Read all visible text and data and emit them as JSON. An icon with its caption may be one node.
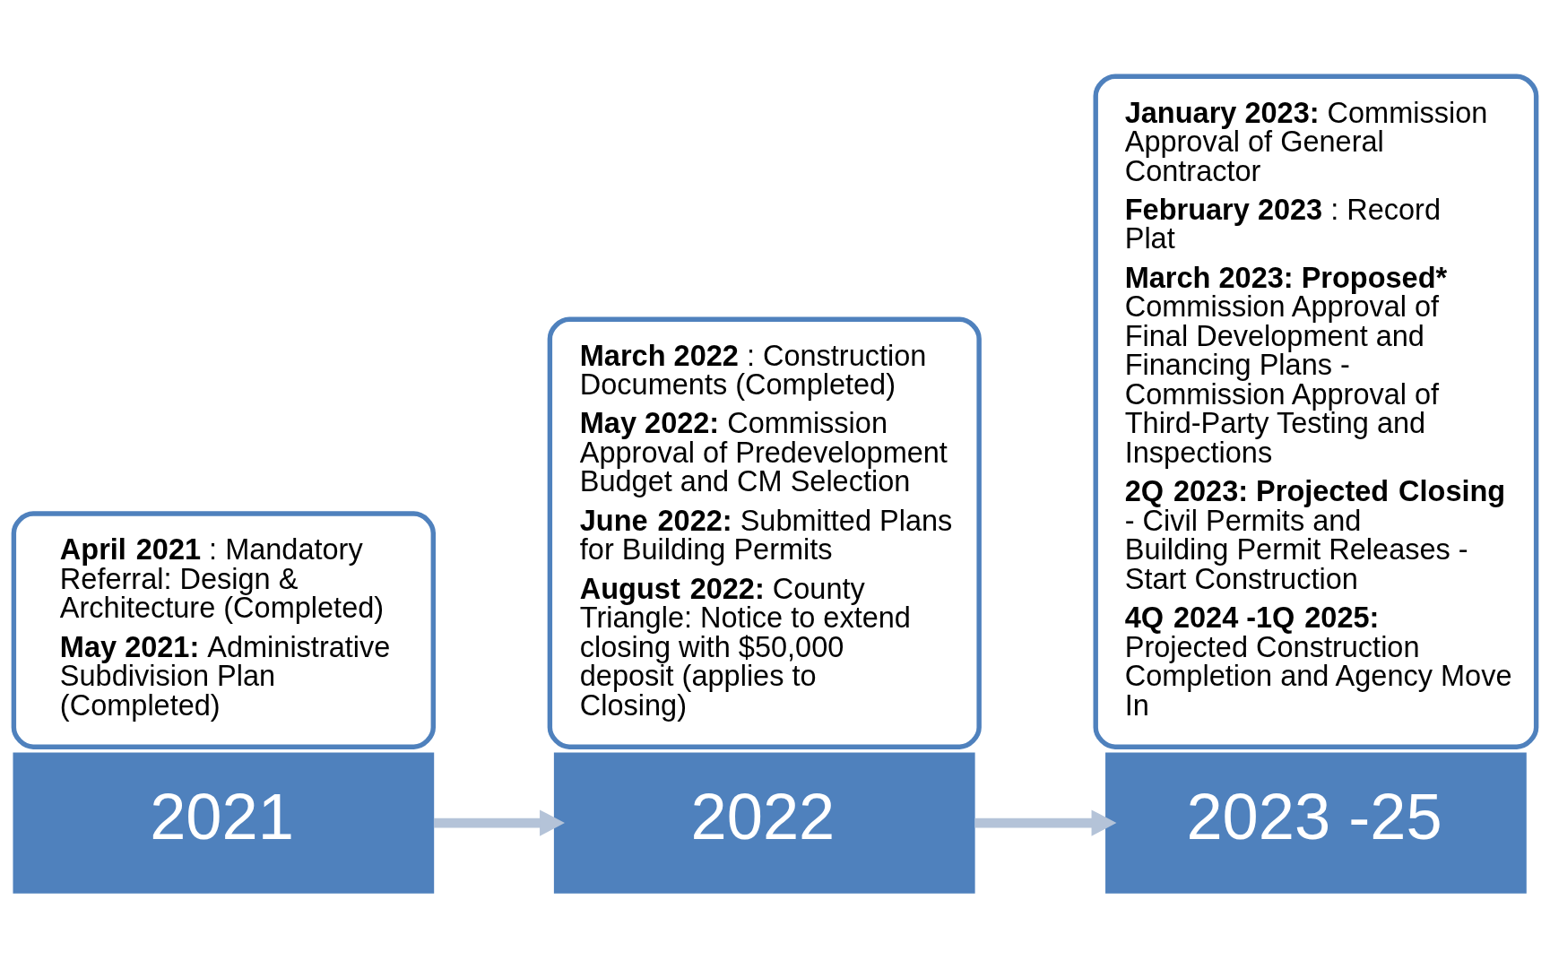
{
  "diagram": {
    "nodes": [
      {
        "text": [
          "2021"
        ]
      },
      {
        "text": [
          "**April 2021**: Mandatory Referral: Design & Architecture (Completed)",
          "**May 2021:** Administrative Subdivision Plan (Completed)"
        ]
      },
      {
        "text": [
          "2022"
        ]
      },
      {
        "text": [
          "**March 2022**: Construction Documents (Completed)",
          "**May 2022:** Commission Approval of Predevelopment Budget and CM Selection",
          "**June 2022:** Submitted Plans for Building Permits",
          "**August 2022:** County Triangle: Notice to extend closing with $50,000 deposit (applies to Closing)"
        ]
      },
      {
        "text": [
          "2023 -25"
        ]
      },
      {
        "text": [
          "**January 2023:** Commission Approval of General Contractor",
          "**February 2023**: Record Plat",
          "**March 2023: Proposed*** Commission Approval of Final Development and Financing Plans - Commission Approval of Third-Party Testing and Inspections",
          "**2Q 2023: Projected Closing** - Civil Permits and Building Permit Releases - Start Construction",
          "**4Q 2024 -1Q 2025:** Projected Construction Completion and Agency Move In"
        ]
      }
    ],
    "edges": [
      {
        "from": 0,
        "to": 2,
        "arrow": "to"
      },
      {
        "from": 2,
        "to": 4,
        "arrow": "to"
      }
    ]
  }
}
